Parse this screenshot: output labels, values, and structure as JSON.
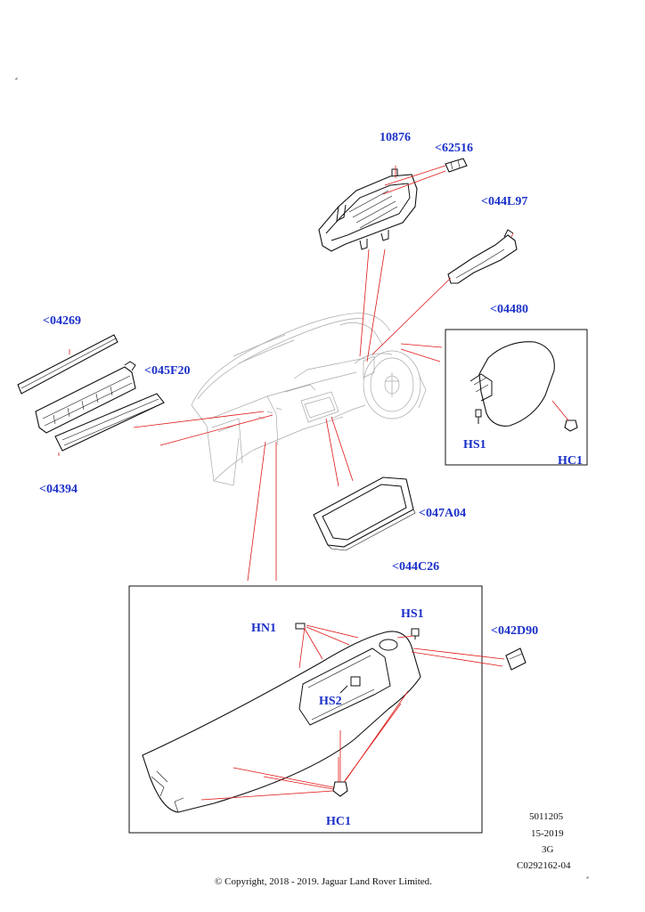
{
  "callouts": {
    "instrument_cluster": "10876",
    "cluster_clip": "<62516",
    "a_pillar_trim": "<044L97",
    "dash_top_strip": "<04269",
    "dash_bracket": "<045F20",
    "dash_lower_trim": "<04394",
    "airbag_group": "<04480",
    "airbag_hs1": "HS1",
    "airbag_hc1": "HC1",
    "display_bezel": "<047A04",
    "main_panel_group": "<044C26",
    "main_hn1": "HN1",
    "main_hs1": "HS1",
    "main_hs2": "HS2",
    "main_hc1": "HC1",
    "side_clip": "<042D90"
  },
  "footer": {
    "code_1": "5011205",
    "code_2": "15-2019",
    "code_3": "3G",
    "code_4": "C0292162-04",
    "copyright": "© Copyright, 2018 - 2019. Jaguar Land Rover Limited."
  },
  "colors": {
    "callout_text": "#1a30c8",
    "leader_line": "#e01818",
    "line_art": "#111111",
    "background_outline": "#a8a8a8"
  }
}
